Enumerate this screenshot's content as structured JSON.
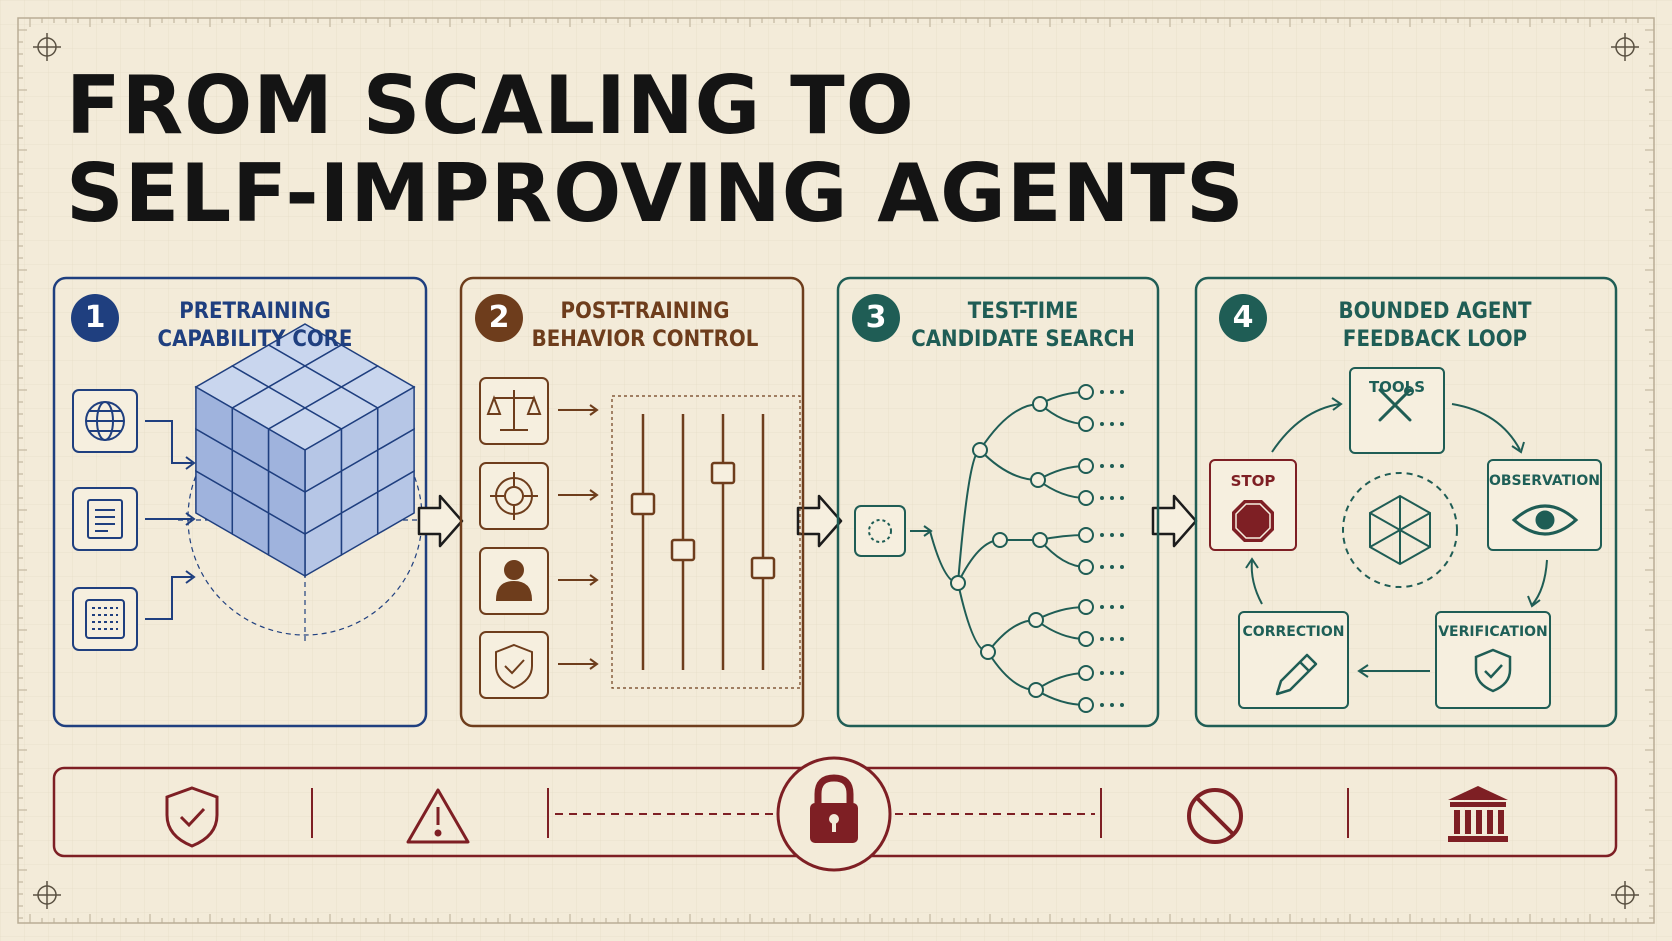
{
  "title": {
    "line1": "FROM SCALING TO",
    "line2": "SELF-IMPROVING AGENTS"
  },
  "colors": {
    "background": "#f3ebd9",
    "panel1": "#1f3f7f",
    "panel2": "#6e3d1c",
    "panel3": "#1f5d55",
    "panel4": "#1f5d55",
    "guardrail": "#7e1f24"
  },
  "panels": [
    {
      "number": "1",
      "title_line1": "PRETRAINING",
      "title_line2": "CAPABILITY CORE",
      "inputs": [
        "globe-icon",
        "document-icon",
        "data-grid-icon"
      ],
      "center": "knowledge-cube"
    },
    {
      "number": "2",
      "title_line1": "POST-TRAINING",
      "title_line2": "BEHAVIOR CONTROL",
      "controls": [
        "scales-icon",
        "target-icon",
        "person-icon",
        "shield-check-icon"
      ],
      "sliders": 4
    },
    {
      "number": "3",
      "title_line1": "TEST-TIME",
      "title_line2": "CANDIDATE SEARCH",
      "structure": "branching-search-tree"
    },
    {
      "number": "4",
      "title_line1": "BOUNDED AGENT",
      "title_line2": "FEEDBACK LOOP",
      "nodes": {
        "tools": "TOOLS",
        "observation": "OBSERVATION",
        "verification": "VERIFICATION",
        "correction": "CORRECTION",
        "stop": "STOP"
      }
    }
  ],
  "guardrail_bar": {
    "icons": [
      "shield-check-icon",
      "warning-icon",
      "lock-icon",
      "prohibited-icon",
      "institution-icon"
    ]
  }
}
